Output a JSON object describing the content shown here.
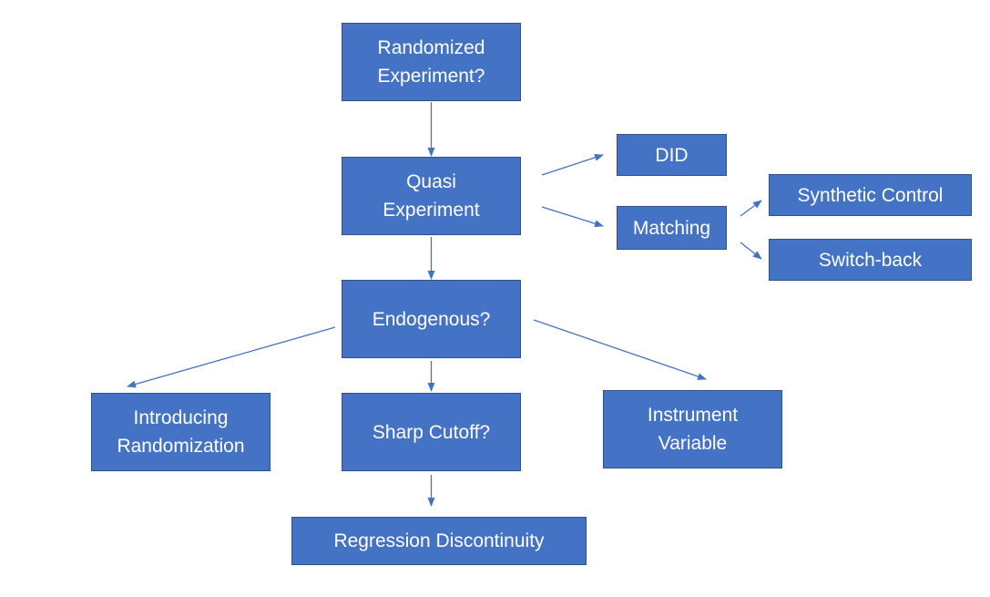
{
  "diagram": {
    "colors": {
      "box_fill": "#4472c4",
      "box_border": "#2f528f",
      "box_text": "#ffffff",
      "arrow": "#4472c4",
      "background": "#ffffff"
    },
    "nodes": [
      {
        "id": "randomized-experiment",
        "lines": [
          "Randomized",
          "Experiment?"
        ]
      },
      {
        "id": "quasi-experiment",
        "lines": [
          "Quasi",
          "Experiment"
        ]
      },
      {
        "id": "did",
        "lines": [
          "DID"
        ]
      },
      {
        "id": "matching",
        "lines": [
          "Matching"
        ]
      },
      {
        "id": "synthetic-control",
        "lines": [
          "Synthetic Control"
        ]
      },
      {
        "id": "switch-back",
        "lines": [
          "Switch-back"
        ]
      },
      {
        "id": "endogenous",
        "lines": [
          "Endogenous?"
        ]
      },
      {
        "id": "introducing-randomization",
        "lines": [
          "Introducing",
          "Randomization"
        ]
      },
      {
        "id": "sharp-cutoff",
        "lines": [
          "Sharp Cutoff?"
        ]
      },
      {
        "id": "instrument-variable",
        "lines": [
          "Instrument",
          "Variable"
        ]
      },
      {
        "id": "regression-discontinuity",
        "lines": [
          "Regression Discontinuity"
        ]
      }
    ],
    "edges": [
      {
        "from": "randomized-experiment",
        "to": "quasi-experiment"
      },
      {
        "from": "quasi-experiment",
        "to": "did"
      },
      {
        "from": "quasi-experiment",
        "to": "matching"
      },
      {
        "from": "matching",
        "to": "synthetic-control"
      },
      {
        "from": "matching",
        "to": "switch-back"
      },
      {
        "from": "quasi-experiment",
        "to": "endogenous"
      },
      {
        "from": "endogenous",
        "to": "introducing-randomization"
      },
      {
        "from": "endogenous",
        "to": "sharp-cutoff"
      },
      {
        "from": "endogenous",
        "to": "instrument-variable"
      },
      {
        "from": "sharp-cutoff",
        "to": "regression-discontinuity"
      }
    ]
  }
}
